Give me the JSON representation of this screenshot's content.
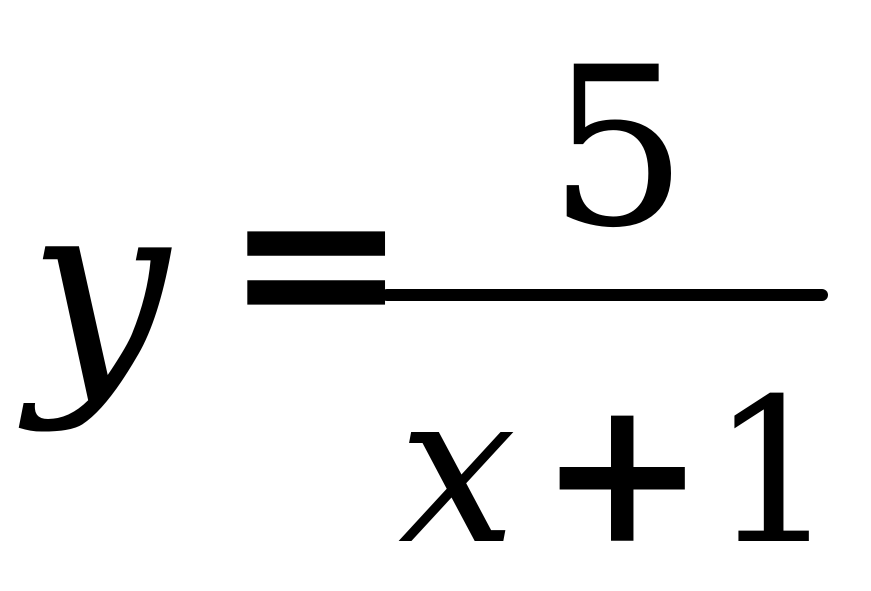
{
  "formula": {
    "lhs": "y",
    "operator": "=",
    "numerator": "5",
    "denominator": {
      "variable": "x",
      "operator": "+",
      "constant": "1"
    }
  }
}
